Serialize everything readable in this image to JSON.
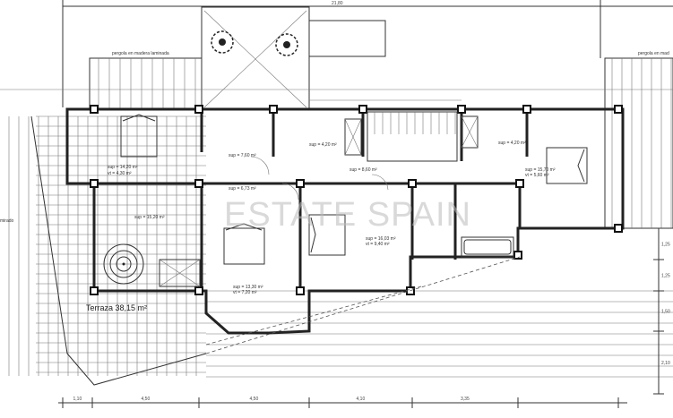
{
  "watermark": "ESTATE SPAIN",
  "labels": {
    "pergola_left": "pergola en madera laminada",
    "pergola_right": "pergola en mad",
    "left_edge": "mirado",
    "terrace": "Terraza 38,15 m²",
    "rooms": [
      {
        "sup": "sup = 14,20 m²",
        "vt": "vt = 4,30 m²"
      },
      {
        "sup": "sup = 7,60 m²"
      },
      {
        "sup": "sup = 4,20 m²"
      },
      {
        "sup": "sup = 8,60 m²"
      },
      {
        "sup": "sup = 15,70 m²",
        "vt": "vt = 5,60 m²"
      },
      {
        "sup": "sup = 15,20 m²"
      },
      {
        "sup": "sup = 6,73 m²"
      },
      {
        "sup": "sup = 13,30 m²",
        "vt": "vt = 7,20 m²"
      },
      {
        "sup": "sup = 16,03 m²",
        "vt": "vt = 9,40 m²"
      }
    ]
  },
  "dimensions": {
    "top_total": "21,80",
    "bottom": [
      "1,10",
      "4,50",
      "4,50",
      "4,10",
      "3,35"
    ],
    "right": [
      "1,25",
      "1,25",
      "1,50",
      "2,10"
    ]
  }
}
